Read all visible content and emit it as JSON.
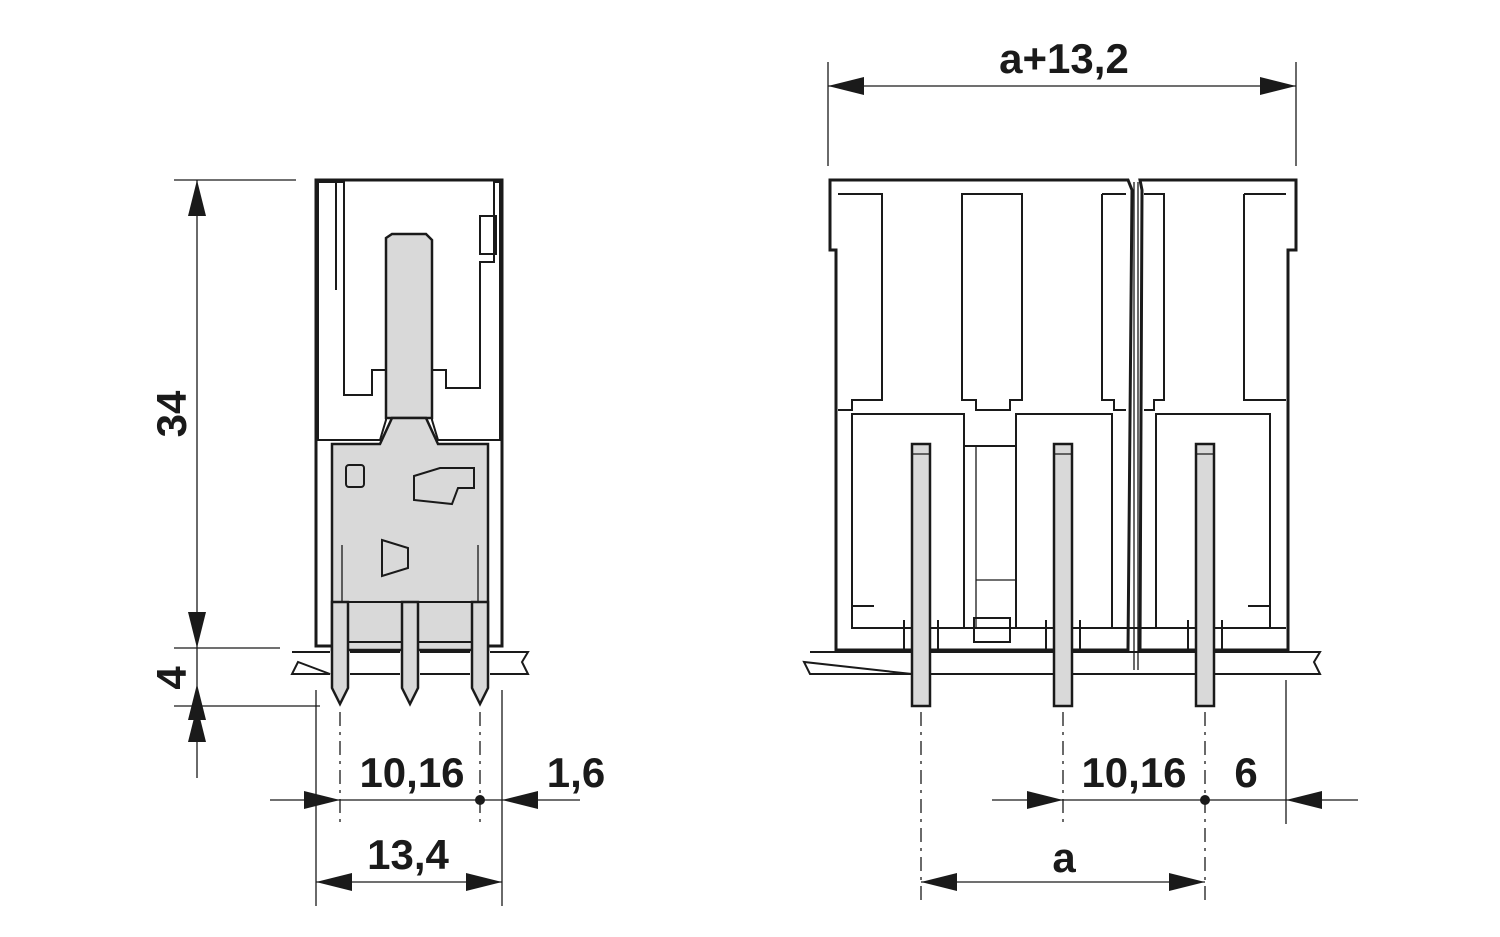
{
  "dimensions": {
    "height_total": "34",
    "height_pin": "4",
    "left_pitch": "10,16",
    "left_offset": "1,6",
    "left_width": "13,4",
    "top_width": "a+13,2",
    "right_pitch": "10,16",
    "right_offset": "6",
    "right_span": "a"
  },
  "colors": {
    "line": "#1a1a1a",
    "fill_grey": "#d9d9d9",
    "background": "#ffffff"
  }
}
